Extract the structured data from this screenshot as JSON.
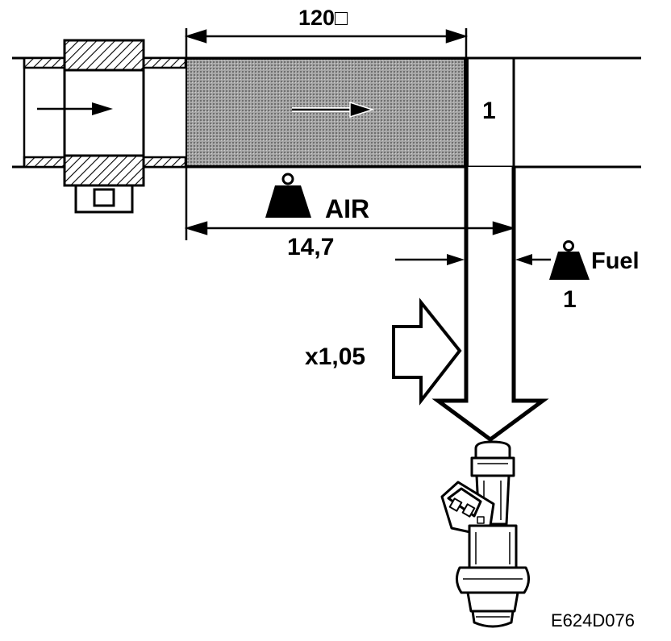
{
  "labels": {
    "length": "120□",
    "cell_number": "1",
    "air": "AIR",
    "air_ratio": "14,7",
    "fuel": "Fuel",
    "fuel_ratio": "1",
    "correction_factor": "x1,05",
    "figure_code": "E624D076"
  },
  "colors": {
    "ink": "#000000",
    "paper": "#ffffff",
    "shaded_volume": "#8c8c8c"
  }
}
